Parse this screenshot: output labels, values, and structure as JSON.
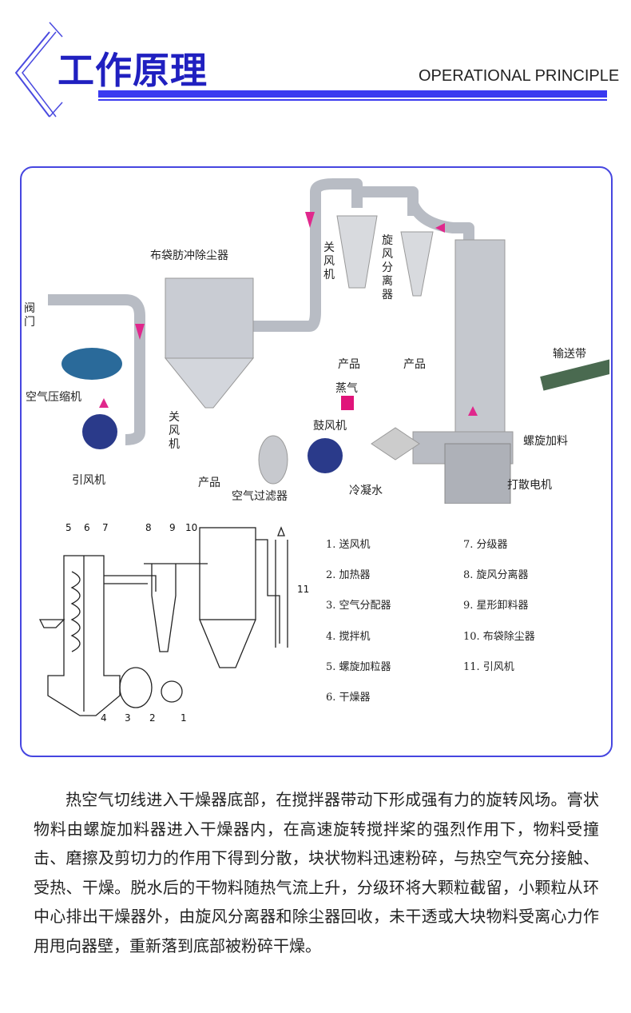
{
  "header": {
    "title": "工作原理",
    "subtitle": "OPERATIONAL PRINCIPLE"
  },
  "diagram_top": {
    "labels": {
      "bag_filter": "布袋肪冲除尘器",
      "valve": "阀门",
      "compressor": "空气压缩机",
      "induced_fan": "引风机",
      "airlock_left": "关风机",
      "product_left": "产品",
      "air_filter": "空气过滤器",
      "blower": "鼓风机",
      "condensate": "冷凝水",
      "steam": "蒸气",
      "product_mid1": "产品",
      "product_mid2": "产品",
      "airlock_top": "关风机",
      "cyclone": "旋风分离器",
      "conveyor": "输送带",
      "screw_feeder": "螺旋加料",
      "motor": "打散电机"
    }
  },
  "diagram_bottom": {
    "numbers": [
      "1",
      "2",
      "3",
      "4",
      "5",
      "6",
      "7",
      "8",
      "9",
      "10",
      "11"
    ],
    "legend": [
      "1. 送风机",
      "2. 加热器",
      "3. 空气分配器",
      "4. 搅拌机",
      "5. 螺旋加粒器",
      "6. 干燥器",
      "7. 分级器",
      "8. 旋风分离器",
      "9. 星形卸料器",
      "10. 布袋除尘器",
      "11. 引风机"
    ]
  },
  "description": "热空气切线进入干燥器底部，在搅拌器带动下形成强有力的旋转风场。膏状物料由螺旋加料器进入干燥器内，在高速旋转搅拌桨的强烈作用下，物料受撞击、磨擦及剪切力的作用下得到分散，块状物料迅速粉碎，与热空气充分接触、受热、干燥。脱水后的干物料随热气流上升，分级环将大颗粒截留，小颗粒从环中心排出干燥器外，由旋风分离器和除尘器回收，未干透或大块物料受离心力作用甩向器壁，重新落到底部被粉碎干燥。",
  "colors": {
    "accent": "#3a3af0",
    "title": "#2020c0",
    "pipe": "#b8bcc4",
    "arrow": "#e0288c"
  }
}
